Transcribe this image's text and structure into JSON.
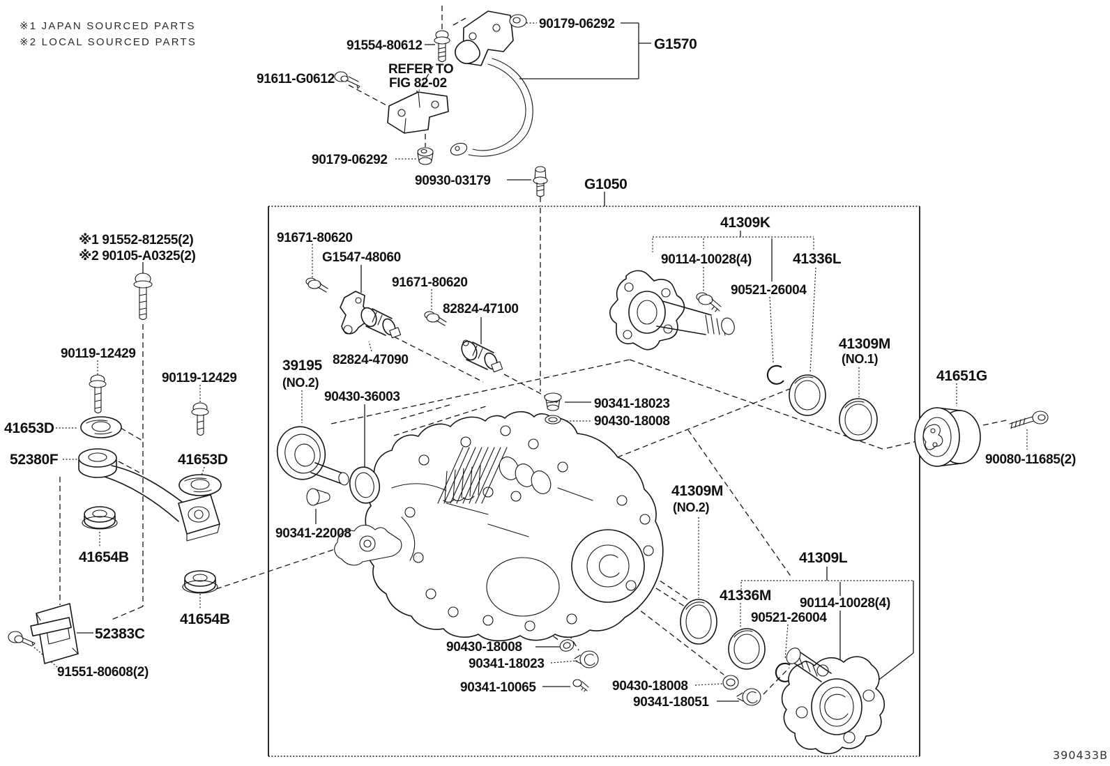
{
  "diagram": {
    "notes": {
      "line1": "※1 JAPAN SOURCED PARTS",
      "line2": "※2 LOCAL SOURCED PARTS"
    },
    "footer_code": "390433B",
    "colors": {
      "ink": "#151515",
      "paper": "#ffffff"
    },
    "labels": {
      "p91554_80612": "91554-80612",
      "p90179_06292_top": "90179-06292",
      "g1570": "G1570",
      "p91611_g0612": "91611-G0612",
      "refer_line1": "REFER TO",
      "refer_line2": "FIG 82-02",
      "p90179_06292_mid": "90179-06292",
      "p90930_03179": "90930-03179",
      "g1050": "G1050",
      "bolt_note1": "※1 91552-81255(2)",
      "bolt_note2": "※2 90105-A0325(2)",
      "p91671_80620_a": "91671-80620",
      "g1547_48060": "G1547-48060",
      "p91671_80620_b": "91671-80620",
      "p82824_47100": "82824-47100",
      "p82824_47090": "82824-47090",
      "p39195": "39195",
      "p39195_sub": "(NO.2)",
      "p90430_36003": "90430-36003",
      "p90119_12429_a": "90119-12429",
      "p90119_12429_b": "90119-12429",
      "p41653d_a": "41653D",
      "p41653d_b": "41653D",
      "p52380f": "52380F",
      "p90341_22008": "90341-22008",
      "p41654b_a": "41654B",
      "p41654b_b": "41654B",
      "p52383c": "52383C",
      "p91551_80608": "91551-80608(2)",
      "p41309k": "41309K",
      "p90114_10028_a": "90114-10028(4)",
      "p41336l": "41336L",
      "p90521_26004_a": "90521-26004",
      "p41309m_no1": "41309M",
      "p41309m_no1_sub": "(NO.1)",
      "p41651g": "41651G",
      "p90080_11685": "90080-11685(2)",
      "p90341_18023_a": "90341-18023",
      "p90430_18008_a": "90430-18008",
      "p41309m_no2": "41309M",
      "p41309m_no2_sub": "(NO.2)",
      "p41309l": "41309L",
      "p41336m": "41336M",
      "p90114_10028_b": "90114-10028(4)",
      "p90521_26004_b": "90521-26004",
      "p90430_18008_b": "90430-18008",
      "p90341_18023_b": "90341-18023",
      "p90341_10065": "90341-10065",
      "p90430_18008_c": "90430-18008",
      "p90341_18051": "90341-18051"
    }
  }
}
